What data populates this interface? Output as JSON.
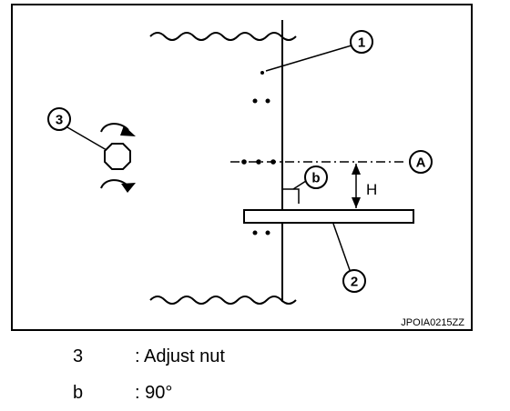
{
  "diagram": {
    "callouts": {
      "c1": "1",
      "c2": "2",
      "c3": "3",
      "cA": "A",
      "cb": "b"
    },
    "dimension_label": "H",
    "figure_code": "JPOIA0215ZZ"
  },
  "legend": [
    {
      "key": "3",
      "desc": ": Adjust nut"
    },
    {
      "key": "b",
      "desc": ": 90°"
    }
  ]
}
